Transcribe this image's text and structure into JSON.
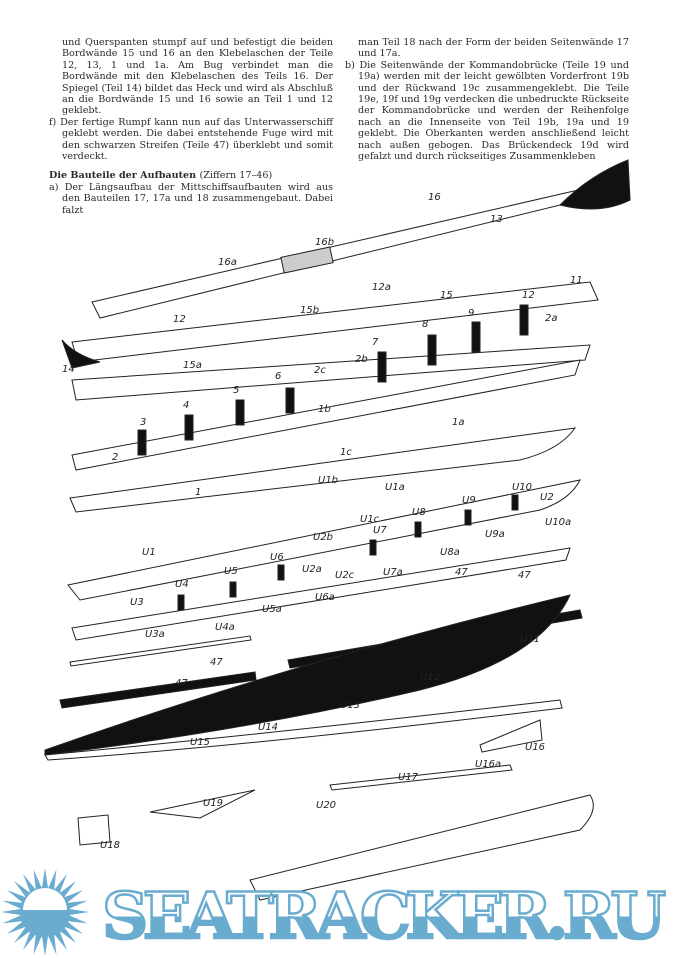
{
  "left_column": {
    "para_e_cont": "und Querspanten stumpf auf und befestigt die beiden Bordwände 15 und 16 an den Klebelaschen der Teile 12, 13, 1 und 1a. Am Bug verbindet man die Bordwände mit den Klebelaschen des Teils 16. Der Spiegel (Teil 14) bildet das Heck und wird als Abschluß an die Bordwände 15 und 16 sowie an Teil 1 und 12 geklebt.",
    "para_f": "f) Der fertige Rumpf kann nun auf das Unterwasserschiff geklebt werden. Die dabei entstehende Fuge wird mit den schwarzen Streifen (Teile 47) überklebt und somit verdeckt.",
    "heading": "Die Bauteile der Aufbauten",
    "heading_sub": "(Ziffern 17–46)",
    "para_a": "a) Der Längsaufbau der Mittschiffsaufbauten wird aus den Bauteilen 17, 17a und 18 zusammengebaut. Dabei falzt"
  },
  "right_column": {
    "para_a_cont": "man Teil 18 nach der Form der beiden Seitenwände 17 und 17a.",
    "para_b": "b) Die Seitenwände der Kommandobrücke (Teile 19 und 19a) werden mit der leicht gewölbten Vorderfront 19b und der Rückwand 19c zusammengeklebt. Die Teile 19e, 19f und 19g verdecken die unbedruckte Rückseite der Kommandobrücke und werden der Reihenfolge nach an die Innenseite von Teil 19b, 19a und 19 geklebt. Die Oberkanten werden anschließend leicht nach außen gebogen. Das Brückendeck 19d wird gefalzt und durch rückseitiges Zusammenkleben"
  },
  "part_labels": [
    "16b",
    "16",
    "13",
    "16a",
    "12a",
    "15",
    "12",
    "15b",
    "11",
    "12",
    "2a",
    "9",
    "8",
    "7",
    "2b",
    "2c",
    "14",
    "15a",
    "6",
    "5",
    "4",
    "3",
    "1b",
    "1a",
    "2",
    "1c",
    "1",
    "U1b",
    "U1a",
    "U10",
    "U9",
    "U2",
    "U8",
    "U10a",
    "U1c",
    "U7",
    "U9a",
    "U2b",
    "U8a",
    "U6",
    "U1",
    "U2a",
    "U7a",
    "U2c",
    "47",
    "47",
    "U5",
    "U4",
    "U6a",
    "U5a",
    "U3",
    "U4a",
    "U3a",
    "U11",
    "47",
    "U12",
    "47",
    "U13",
    "U14",
    "U15",
    "U16",
    "U16a",
    "U17",
    "U19",
    "U20",
    "U18"
  ],
  "watermark": {
    "text": "SEATRACKER.RU",
    "color": "#6aaccf"
  }
}
